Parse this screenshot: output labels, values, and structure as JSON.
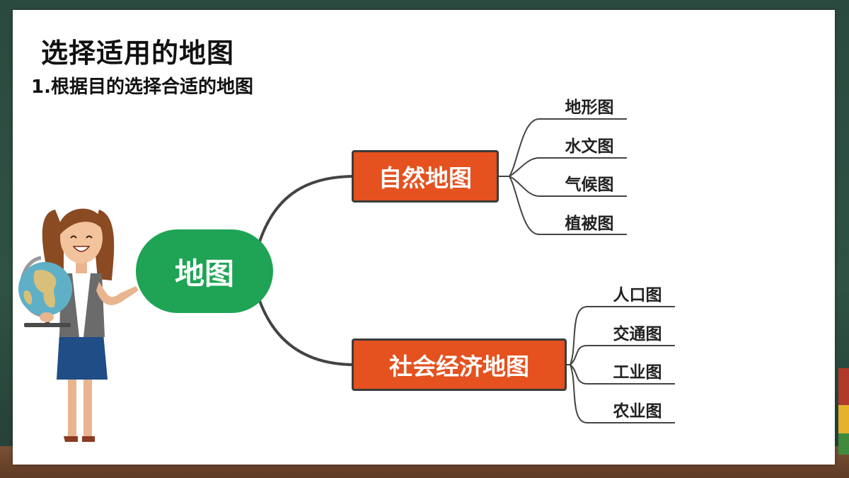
{
  "slide": {
    "title": "选择适用的地图",
    "subtitle": "1.根据目的选择合适的地图"
  },
  "mindmap": {
    "root": "地图",
    "branches": [
      {
        "label": "自然地图",
        "children": [
          "地形图",
          "水文图",
          "气候图",
          "植被图"
        ]
      },
      {
        "label": "社会经济地图",
        "children": [
          "人口图",
          "交通图",
          "工业图",
          "农业图"
        ]
      }
    ]
  },
  "colors": {
    "root_fill": "#1ea454",
    "branch_fill": "#e5511f",
    "connector": "#444444"
  }
}
